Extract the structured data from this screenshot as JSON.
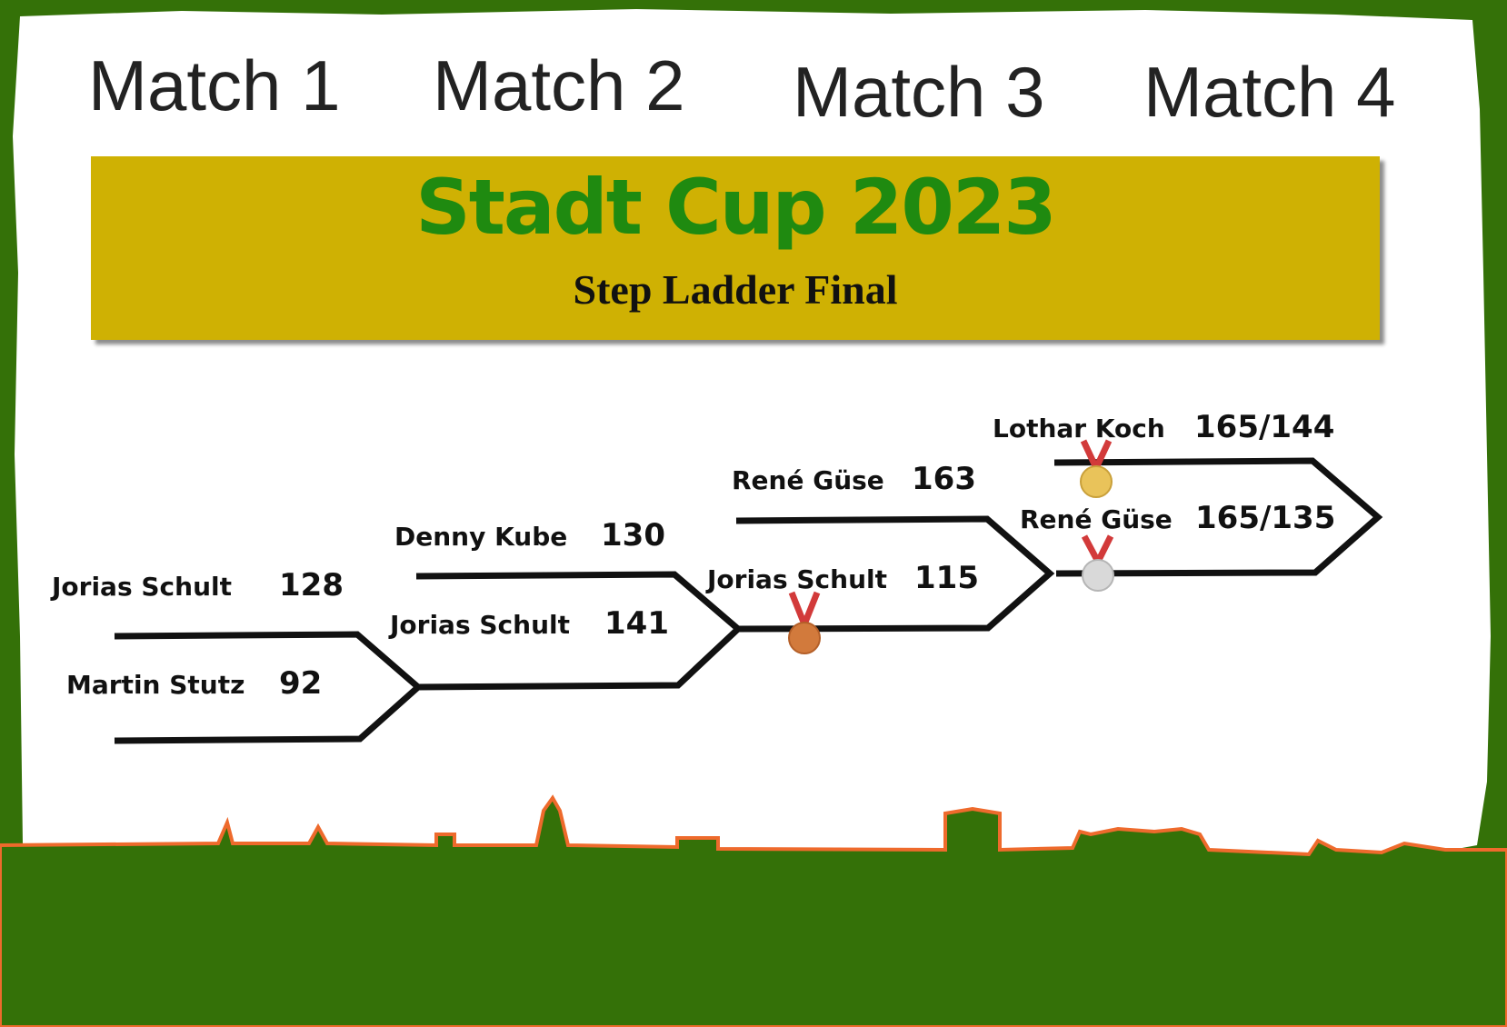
{
  "matches": [
    {
      "label": "Match 1"
    },
    {
      "label": "Match 2"
    },
    {
      "label": "Match 3"
    },
    {
      "label": "Match 4"
    }
  ],
  "banner": {
    "title": "Stadt Cup 2023",
    "subtitle": "Step Ladder Final"
  },
  "bracket": {
    "match1": {
      "top": {
        "name": "Jorias Schult",
        "score": "128"
      },
      "bottom": {
        "name": "Martin Stutz",
        "score": "92"
      }
    },
    "match2": {
      "top": {
        "name": "Denny Kube",
        "score": "130"
      },
      "bottom": {
        "name": "Jorias Schult",
        "score": "141"
      }
    },
    "match3": {
      "top": {
        "name": "René Güse",
        "score": "163"
      },
      "bottom": {
        "name": "Jorias Schult",
        "score": "115"
      }
    },
    "match4": {
      "top": {
        "name": "Lothar Koch",
        "score": "165/144"
      },
      "bottom": {
        "name": "René Güse",
        "score": "165/135"
      }
    }
  },
  "medals": {
    "gold": "#e9c35a",
    "silver": "#d9d9d9",
    "bronze": "#d27a3c",
    "ribbon": "#d23a3a"
  },
  "colors": {
    "background_green": "#347108",
    "paper": "#ffffff",
    "banner": "#cfb103",
    "title_green": "#1f8a10",
    "skyline_edge": "#ee6a2c"
  }
}
